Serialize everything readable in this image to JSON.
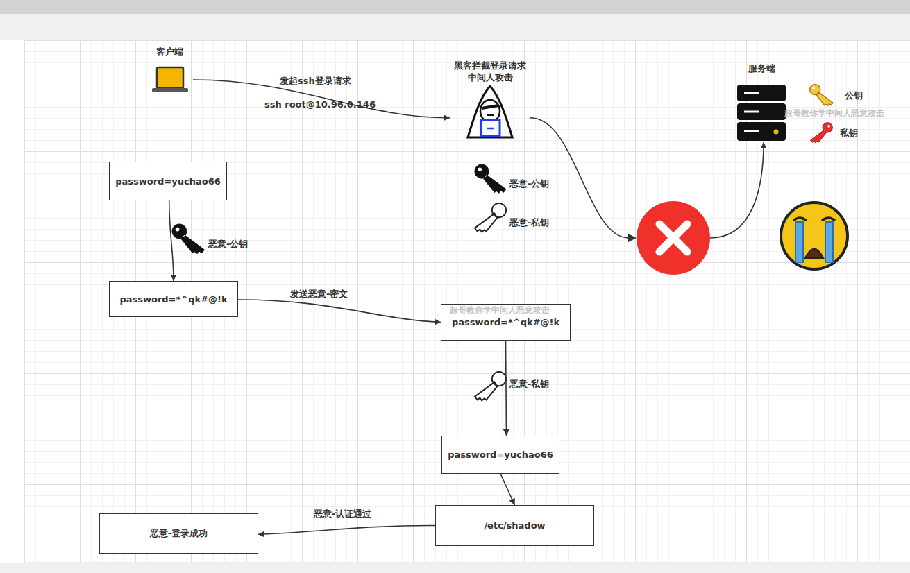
{
  "diagram": {
    "nodes": [
      {
        "text": [
          "客户端"
        ]
      },
      {
        "text": [
          "黑客拦截登录请求 中间人攻击"
        ]
      },
      {
        "text": [
          "服务端"
        ]
      },
      {
        "text": [
          "password=yuchao66"
        ]
      },
      {
        "text": [
          "password=*^qk#@!k"
        ]
      },
      {
        "text": [
          "password=*^qk#@!k"
        ]
      },
      {
        "text": [
          "password=yuchao66"
        ]
      },
      {
        "text": [
          "/etc/shadow"
        ]
      },
      {
        "text": [
          "恶意-登录成功"
        ]
      }
    ],
    "edges": [
      {
        "from": 0,
        "to": 1,
        "label": "发起ssh登录请求",
        "arrow": "to"
      },
      {
        "from": 1,
        "to": 2,
        "arrow": "to"
      },
      {
        "from": 3,
        "to": 4,
        "label": "恶意-公钥",
        "arrow": "to"
      },
      {
        "from": 4,
        "to": 5,
        "label": "发送恶意-密文",
        "arrow": "to"
      },
      {
        "from": 5,
        "to": 6,
        "label": "恶意-私钥",
        "arrow": "to"
      },
      {
        "from": 6,
        "to": 7,
        "arrow": "to"
      },
      {
        "from": 7,
        "to": 8,
        "label": "恶意-认证通过",
        "arrow": "to"
      }
    ],
    "labels": [
      "ssh root@10.96.0.146",
      "公钥",
      "超哥教你学中间人恶意攻击",
      "私钥",
      "恶意-公钥",
      "恶意-私钥",
      "超哥教你学中间人恶意攻击"
    ]
  }
}
